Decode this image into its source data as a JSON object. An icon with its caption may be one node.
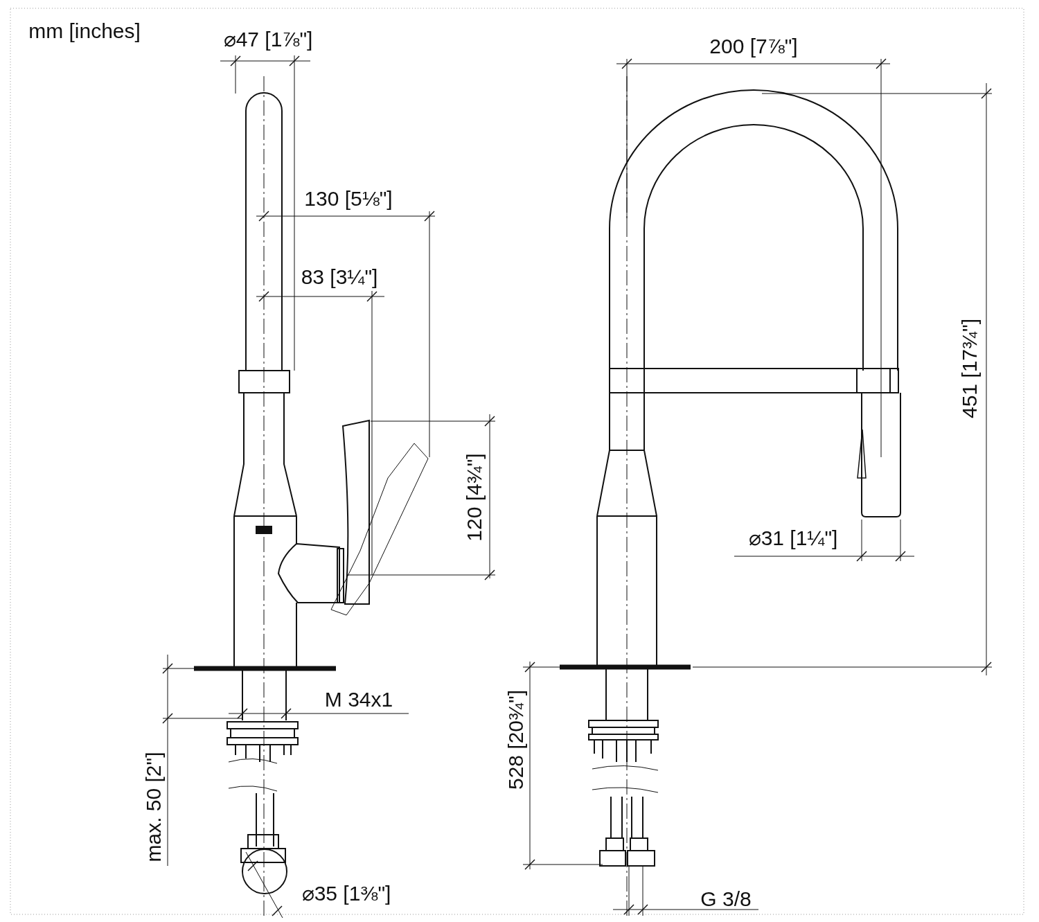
{
  "diagram": {
    "labels": [
      "mm [inches]",
      "⌀47 [1⅞\"]",
      "130 [5⅛\"]",
      "83 [3¼\"]",
      "120 [4¾\"]",
      "M 34x1",
      "max. 50 [2\"]",
      "⌀35 [1⅜\"]",
      "200 [7⅞\"]",
      "451 [17¾\"]",
      "⌀31 [1¼\"]",
      "528 [20¾\"]",
      "G 3/8"
    ]
  }
}
